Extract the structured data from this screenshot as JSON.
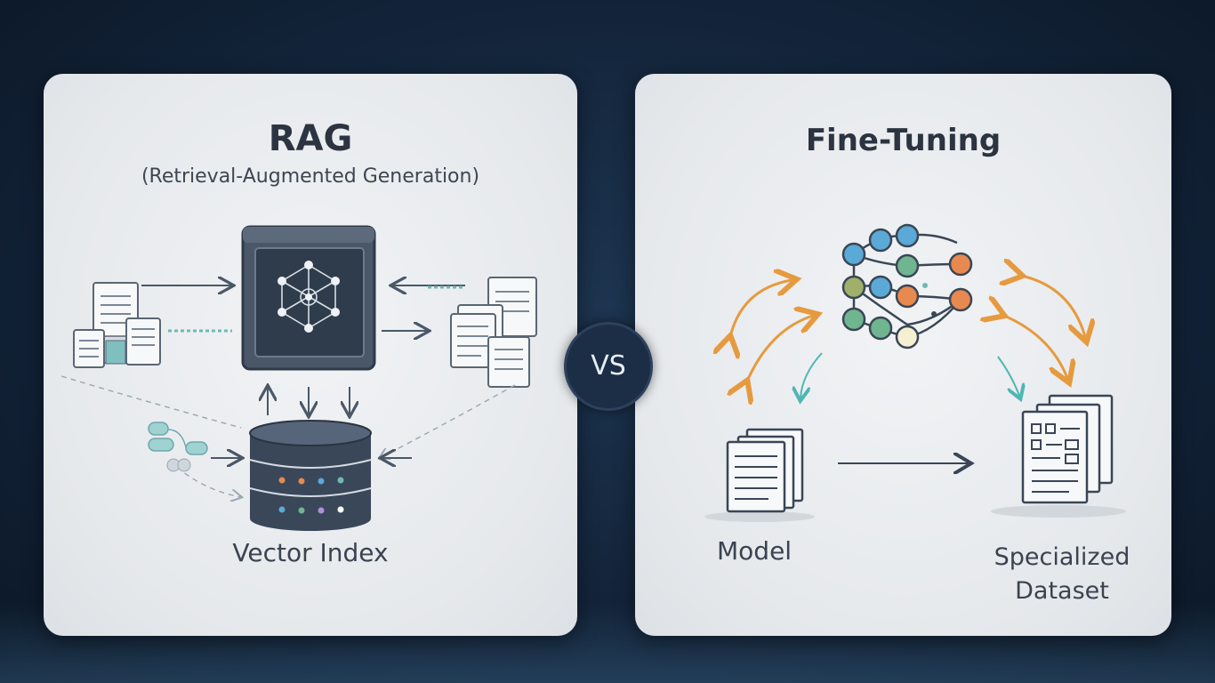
{
  "rag": {
    "title": "RAG",
    "subtitle": "(Retrieval-Augmented Generation)",
    "vector_index_label": "Vector Index"
  },
  "fine_tuning": {
    "title": "Fine-Tuning",
    "model_label": "Model",
    "dataset_label": "Specialized Dataset"
  },
  "vs": {
    "label": "VS"
  },
  "colors": {
    "background": "#13243a",
    "panel": "#eceef0",
    "dark_box": "#3c4a5c",
    "node_blue": "#5aa9d6",
    "node_green": "#6fb58f",
    "node_orange": "#e8894f",
    "node_olive": "#9fb06a",
    "teal_arrow": "#4fb7b3",
    "orange_arrow": "#e69a3f"
  },
  "icons": [
    "document-icon",
    "network-graph-icon",
    "database-icon",
    "arrow-icon",
    "neural-network-icon",
    "dataset-icon"
  ]
}
